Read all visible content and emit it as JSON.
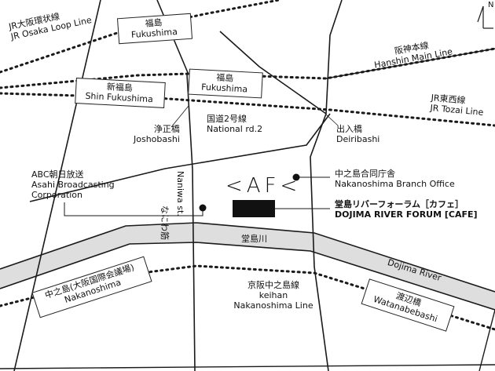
{
  "labels": {
    "jr_loop_jp": "JR大阪環状線",
    "jr_loop_en": "JR Osaka Loop Line",
    "fukushima_top_jp": "福島",
    "fukushima_top_en": "Fukushima",
    "hanshin_jp": "阪神本線",
    "hanshin_en": "Hanshin Main Line",
    "shin_fukushima_jp": "新福島",
    "shin_fukushima_en": "Shin Fukushima",
    "fukushima_mid_jp": "福島",
    "fukushima_mid_en": "Fukushima",
    "tozai_jp": "JR東西線",
    "tozai_en": "JR Tozai Line",
    "joshobashi_jp": "浄正橋",
    "joshobashi_en": "Joshobashi",
    "national_rd_jp": "国道2号線",
    "national_rd_en": "National rd.2",
    "deiribashi_jp": "出入橋",
    "deiribashi_en": "Deiribashi",
    "abc_jp": "ABC朝日放送",
    "abc_en1": "Asahi Broadcasting",
    "abc_en2": "Corporation",
    "naniwa_jp": "なにわ筋",
    "naniwa_en": "Naniwa st.",
    "cafe_logo": "<AF<",
    "branch_jp": "中之島合同庁舎",
    "branch_en": "Nakanoshima Branch Office",
    "dojima_forum_jp": "堂島リバーフォーラム［カフェ］",
    "dojima_forum_en": "DOJIMA RIVER FORUM [CAFE]",
    "dojima_river_jp": "堂島川",
    "dojima_river_en": "Dojima River",
    "nakanoshima_jp": "中之島(大阪国際会議場)",
    "nakanoshima_en": "Nakanoshima",
    "keihan_jp": "京阪中之島線",
    "keihan_en1": "keihan",
    "keihan_en2": "Nakanoshima Line",
    "watanabebashi_jp": "渡辺橋",
    "watanabebashi_en": "Watanabebashi",
    "north_letter": "N"
  },
  "colors": {
    "road": "#1a1a1a",
    "river": "#dedede",
    "cafe_marker": "#111111"
  },
  "icons": {
    "north": "north-arrow-icon",
    "marker": "dot-marker-icon",
    "cafe": "building-block-icon"
  }
}
